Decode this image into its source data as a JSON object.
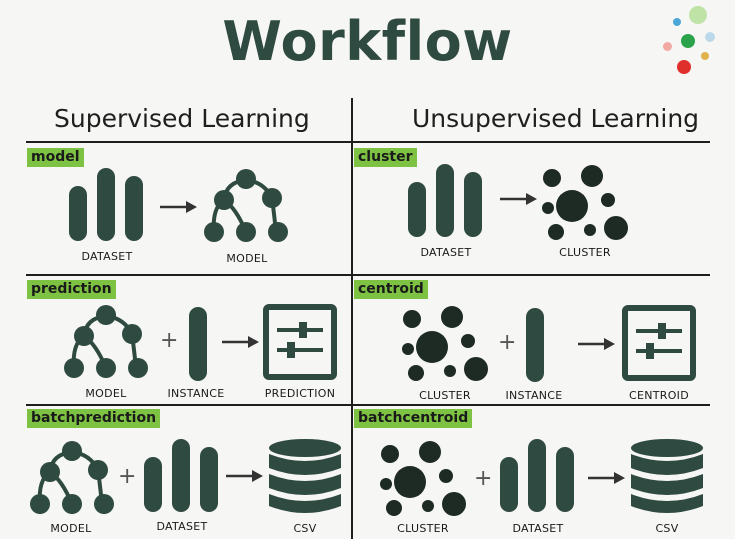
{
  "title": "Workflow",
  "columns": {
    "left": "Supervised Learning",
    "right": "Unsupervised Learning"
  },
  "sections": {
    "model": {
      "tag": "model",
      "labels": [
        "DATASET",
        "MODEL"
      ]
    },
    "prediction": {
      "tag": "prediction",
      "labels": [
        "MODEL",
        "INSTANCE",
        "PREDICTION"
      ]
    },
    "batchprediction": {
      "tag": "batchprediction",
      "labels": [
        "MODEL",
        "DATASET",
        "CSV"
      ]
    },
    "cluster": {
      "tag": "cluster",
      "labels": [
        "DATASET",
        "CLUSTER"
      ]
    },
    "centroid": {
      "tag": "centroid",
      "labels": [
        "CLUSTER",
        "INSTANCE",
        "CENTROID"
      ]
    },
    "batchcentroid": {
      "tag": "batchcentroid",
      "labels": [
        "CLUSTER",
        "DATASET",
        "CSV"
      ]
    }
  },
  "colors": {
    "tag": "#7dc242",
    "icon": "#2f4a40",
    "title": "#2f4a40"
  }
}
